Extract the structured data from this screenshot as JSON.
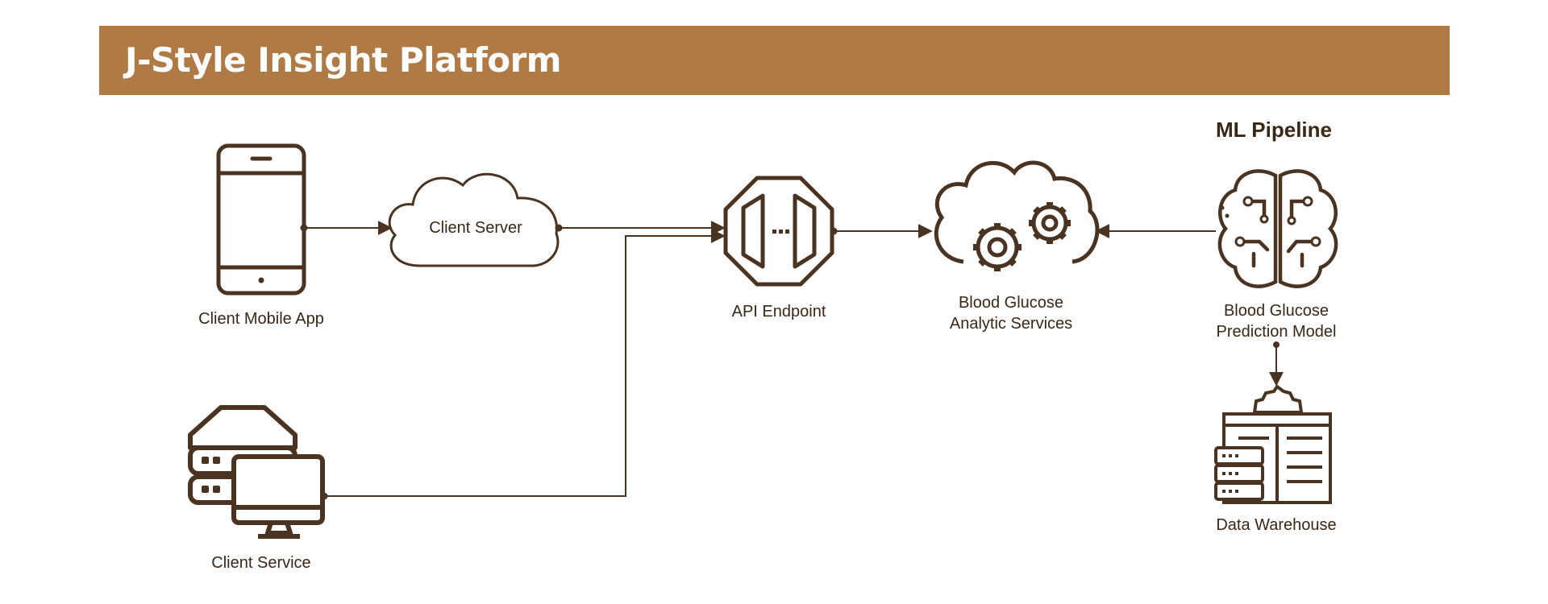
{
  "header": {
    "title": "J-Style Insight Platform"
  },
  "pipeline": {
    "title": "ML Pipeline"
  },
  "nodes": {
    "client_mobile_app": "Client Mobile App",
    "client_server": "Client Server",
    "api_endpoint": "API Endpoint",
    "analytic_services_line1": "Blood Glucose",
    "analytic_services_line2": "Analytic Services",
    "prediction_model_line1": "Blood Glucose",
    "prediction_model_line2": "Prediction Model",
    "data_warehouse": "Data Warehouse",
    "client_service": "Client Service"
  },
  "colors": {
    "banner": "#b07a45",
    "stroke": "#4a3321"
  }
}
